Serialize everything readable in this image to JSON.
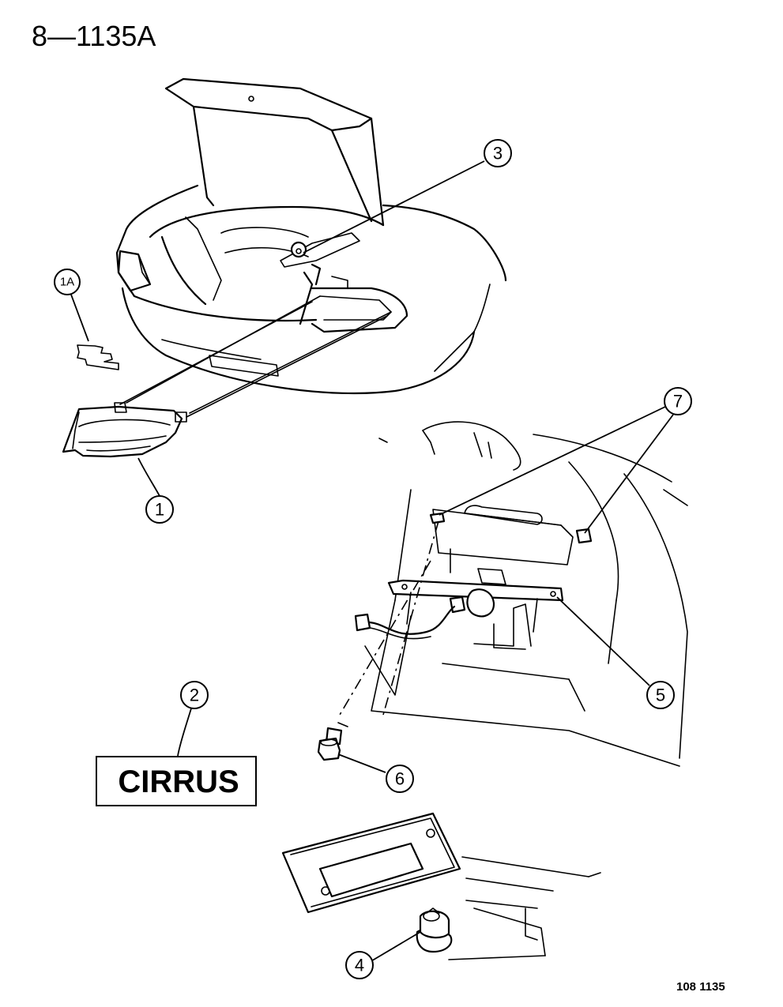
{
  "figure": {
    "id": "8—1135A",
    "code": "108  1135"
  },
  "badge": {
    "text": "CIRRUS"
  },
  "callouts": [
    {
      "label": "1A"
    },
    {
      "label": "1"
    },
    {
      "label": "2"
    },
    {
      "label": "3"
    },
    {
      "label": "4"
    },
    {
      "label": "5"
    },
    {
      "label": "6"
    },
    {
      "label": "7"
    }
  ]
}
